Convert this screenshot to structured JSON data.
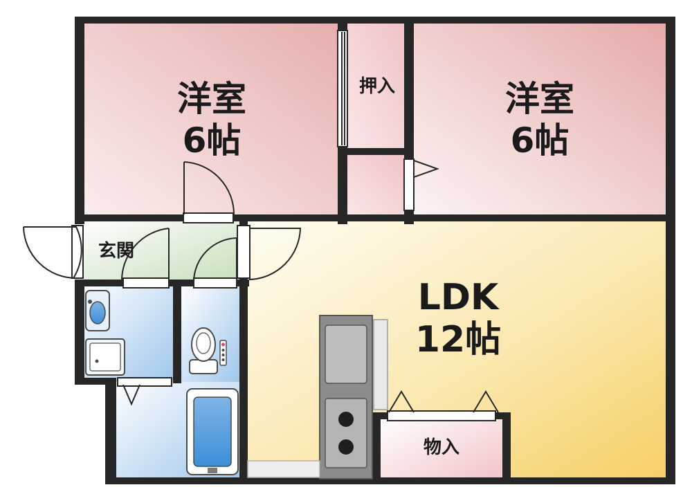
{
  "rooms": {
    "western_room_left": {
      "name": "洋室",
      "size": "6帖"
    },
    "western_room_right": {
      "name": "洋室",
      "size": "6帖"
    },
    "closet": {
      "name": "押入"
    },
    "entrance": {
      "name": "玄関"
    },
    "ldk": {
      "name": "LDK",
      "size": "12帖"
    },
    "storage": {
      "name": "物入"
    }
  },
  "colors": {
    "wall": "#262626",
    "western_room": "#eab3b3",
    "ldk": "#f8d677",
    "wet_area": "#a9cdee",
    "entrance": "#cfe3c6",
    "kitchen_counter": "#8c8c8c"
  }
}
